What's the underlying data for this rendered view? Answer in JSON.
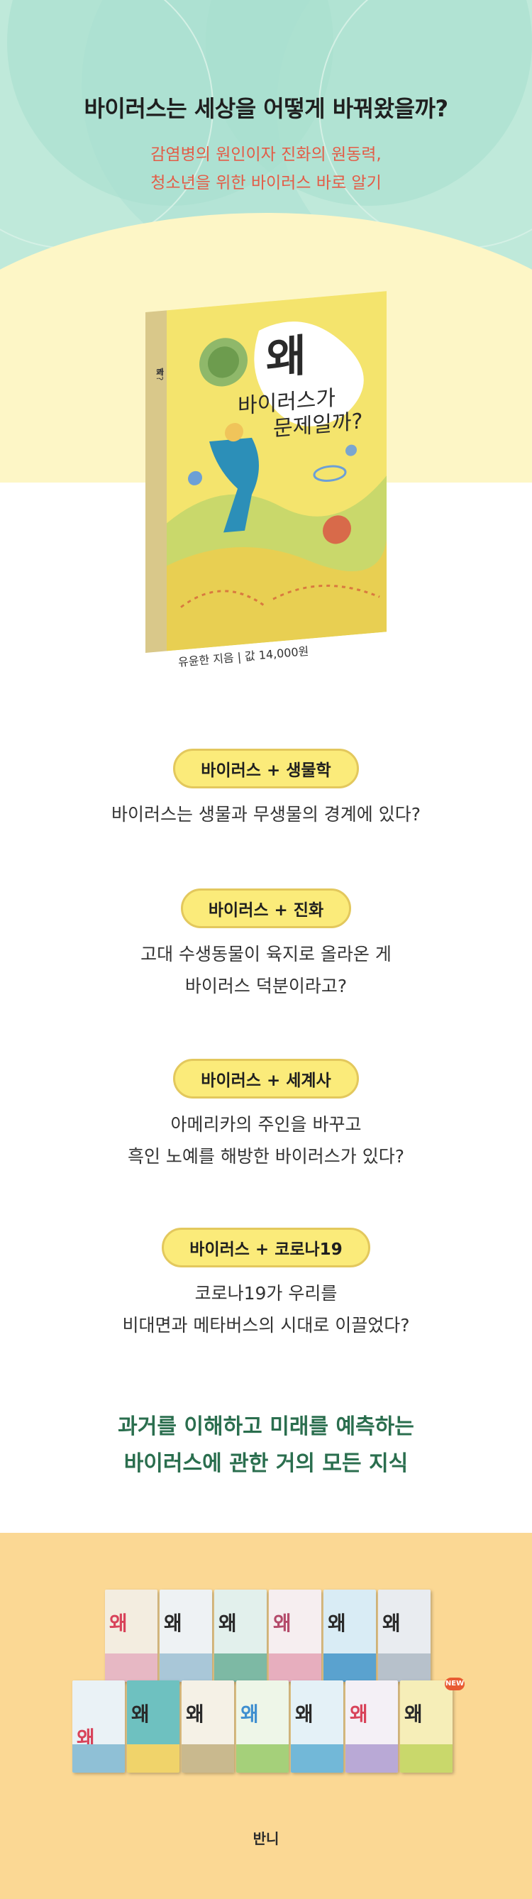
{
  "header": {
    "title": "바이러스는 세상을 어떻게 바꿔왔을까?",
    "subtitle_lines": [
      "감염병의 원인이자 진화의 원동력,",
      "청소년을 위한 바이러스 바로 알기"
    ]
  },
  "book": {
    "cover_big": "왜",
    "cover_title_line1": "바이러스가",
    "cover_title_line2": "문제일까?",
    "price_line": "유윤한 지음 | 값 14,000원"
  },
  "sections": [
    {
      "tag": "바이러스 + 생물학",
      "lines": [
        "바이러스는 생물과 무생물의 경계에 있다?"
      ]
    },
    {
      "tag": "바이러스 + 진화",
      "lines": [
        "고대 수생동물이 육지로 올라온 게",
        "바이러스 덕분이라고?"
      ]
    },
    {
      "tag": "바이러스 + 세계사",
      "lines": [
        "아메리카의 주인을 바꾸고",
        "흑인 노예를 해방한 바이러스가 있다?"
      ]
    },
    {
      "tag": "바이러스 + 코로나19",
      "lines": [
        "코로나19가 우리를",
        "비대면과 메타버스의 시대로 이끌었다?"
      ]
    }
  ],
  "closing": {
    "lines": [
      "과거를 이해하고 미래를 예측하는",
      "바이러스에 관한 거의 모든 지식"
    ]
  },
  "series": {
    "book_label": "왜",
    "new_badge": "NEW",
    "publisher": "반니"
  },
  "colors": {
    "hero_teal": "#a9e3d5",
    "hero_yellow": "#fdf6c6",
    "subtitle": "#e35c47",
    "pill_fill": "#fbeb7a",
    "closing_text": "#2a6e4e",
    "footer_bg": "#fbd894"
  }
}
